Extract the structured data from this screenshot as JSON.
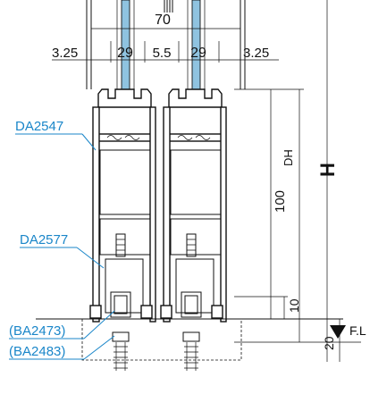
{
  "dimensions": {
    "overall_width": "70",
    "glass_left": "29",
    "glass_right": "29",
    "gap_middle": "5.5",
    "edge_left": "3.25",
    "edge_right": "3.25",
    "vertical_100": "100",
    "vertical_10": "10",
    "vertical_20": "20",
    "dh": "DH",
    "h": "H",
    "floor_level": "F.L"
  },
  "callouts": {
    "profile_top": "DA2547",
    "profile_bottom": "DA2577",
    "part_1": "(BA2473)",
    "part_2": "(BA2483)"
  },
  "colors": {
    "callout": "#1a86c9",
    "glass": "#8fc3e0",
    "line": "#111111"
  }
}
